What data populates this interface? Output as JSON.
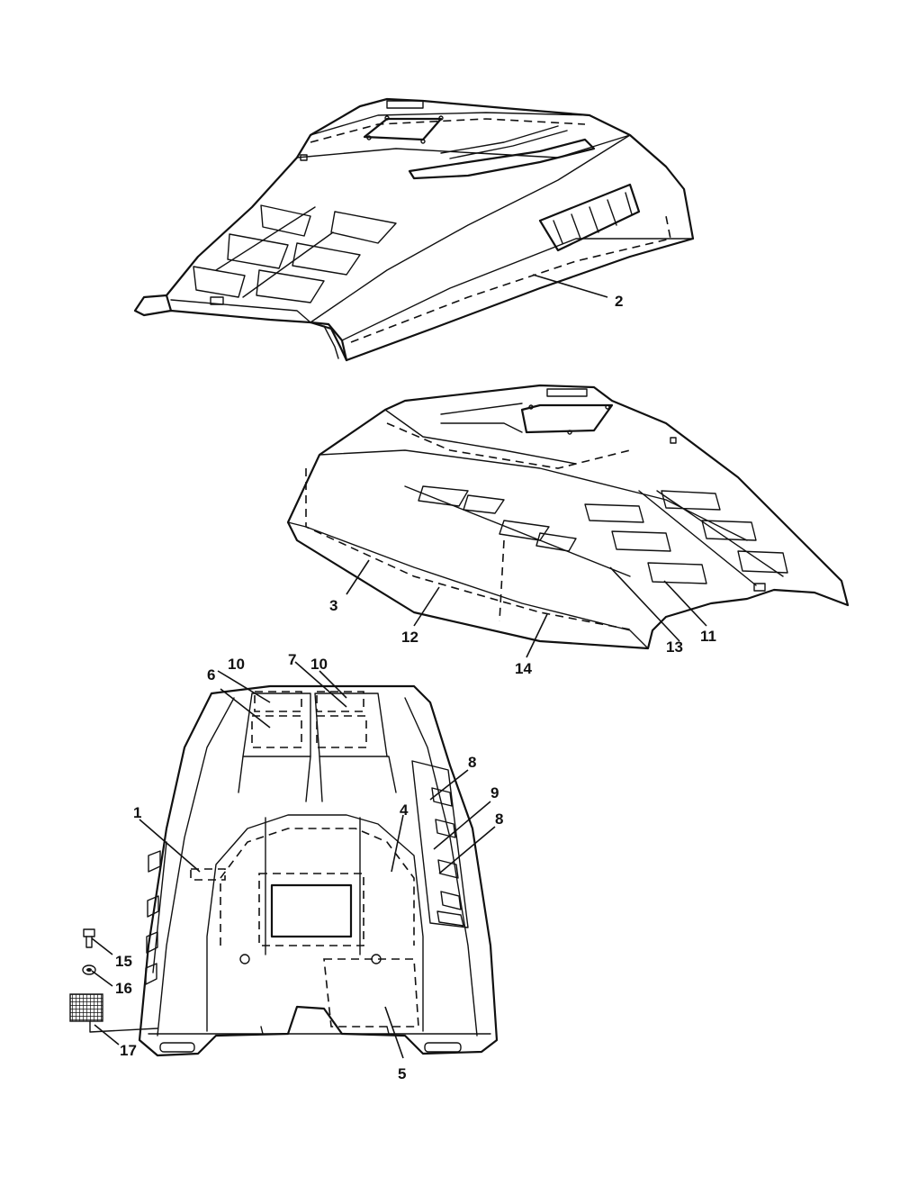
{
  "diagram": {
    "callouts": {
      "c1": "1",
      "c2": "2",
      "c3": "3",
      "c4": "4",
      "c5": "5",
      "c6": "6",
      "c7": "7",
      "c8a": "8",
      "c8b": "8",
      "c9": "9",
      "c10a": "10",
      "c10b": "10",
      "c11": "11",
      "c12": "12",
      "c13": "13",
      "c14": "14",
      "c15": "15",
      "c16": "16",
      "c17": "17"
    },
    "colors": {
      "ink": "#111111",
      "paper": "#ffffff"
    }
  }
}
